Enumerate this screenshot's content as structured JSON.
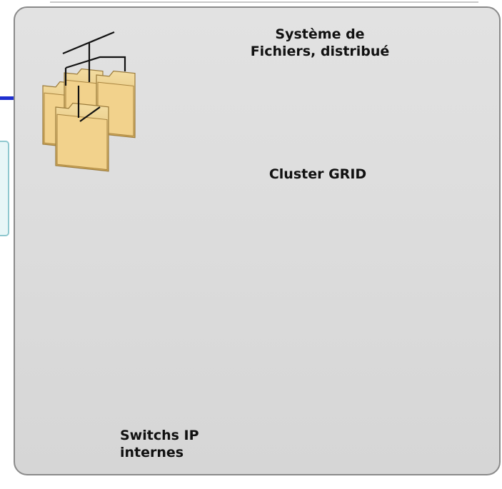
{
  "labels": {
    "filesystem_line1": "Système de",
    "filesystem_line2": "Fichiers, distribué",
    "cluster": "Cluster GRID",
    "switch_line1": "Switchs IP",
    "switch_line2": "internes"
  },
  "colors": {
    "panel_fill": "#dcdcdc",
    "panel_border": "#8a8a8a",
    "teal_links": "#1e9aa0",
    "orange_links": "#ff7a1a",
    "blue_accent": "#1f2fd0",
    "switch_blue": "#4d7fe0",
    "folder_tan": "#e9c679"
  },
  "icons": {
    "folders": "folder-tree-icon",
    "shield": "shield-icon",
    "servers": "rack-server-icon",
    "switches": "network-switch-icon",
    "storage": "database-icon",
    "globe": "globe-people-icon"
  }
}
